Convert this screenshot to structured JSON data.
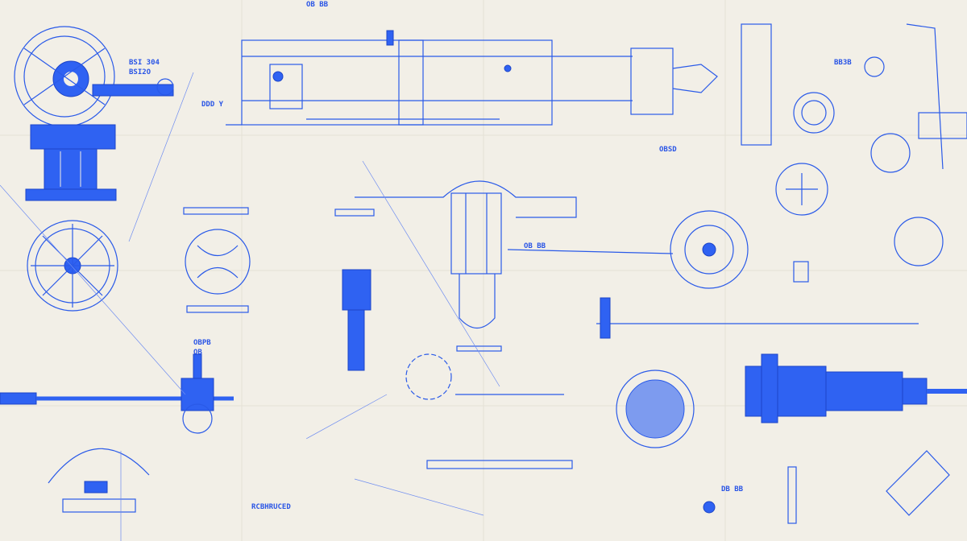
{
  "labels": {
    "top_left_a": "BSI 304",
    "top_left_b": "BSI2O",
    "top_left_c": "DDD Y",
    "mid_left": "OBPB",
    "mid_left_b": "OB",
    "bottom_left": "RCBHRUCED",
    "top_center": "OB BB",
    "center_a": "OBSD",
    "center_b": "OB BB",
    "right_a": "BB3B",
    "bottom_right": "DB BB"
  },
  "colors": {
    "paper": "#f2efe7",
    "ink": "#2a5ae8",
    "solid": "#2f62f2"
  }
}
